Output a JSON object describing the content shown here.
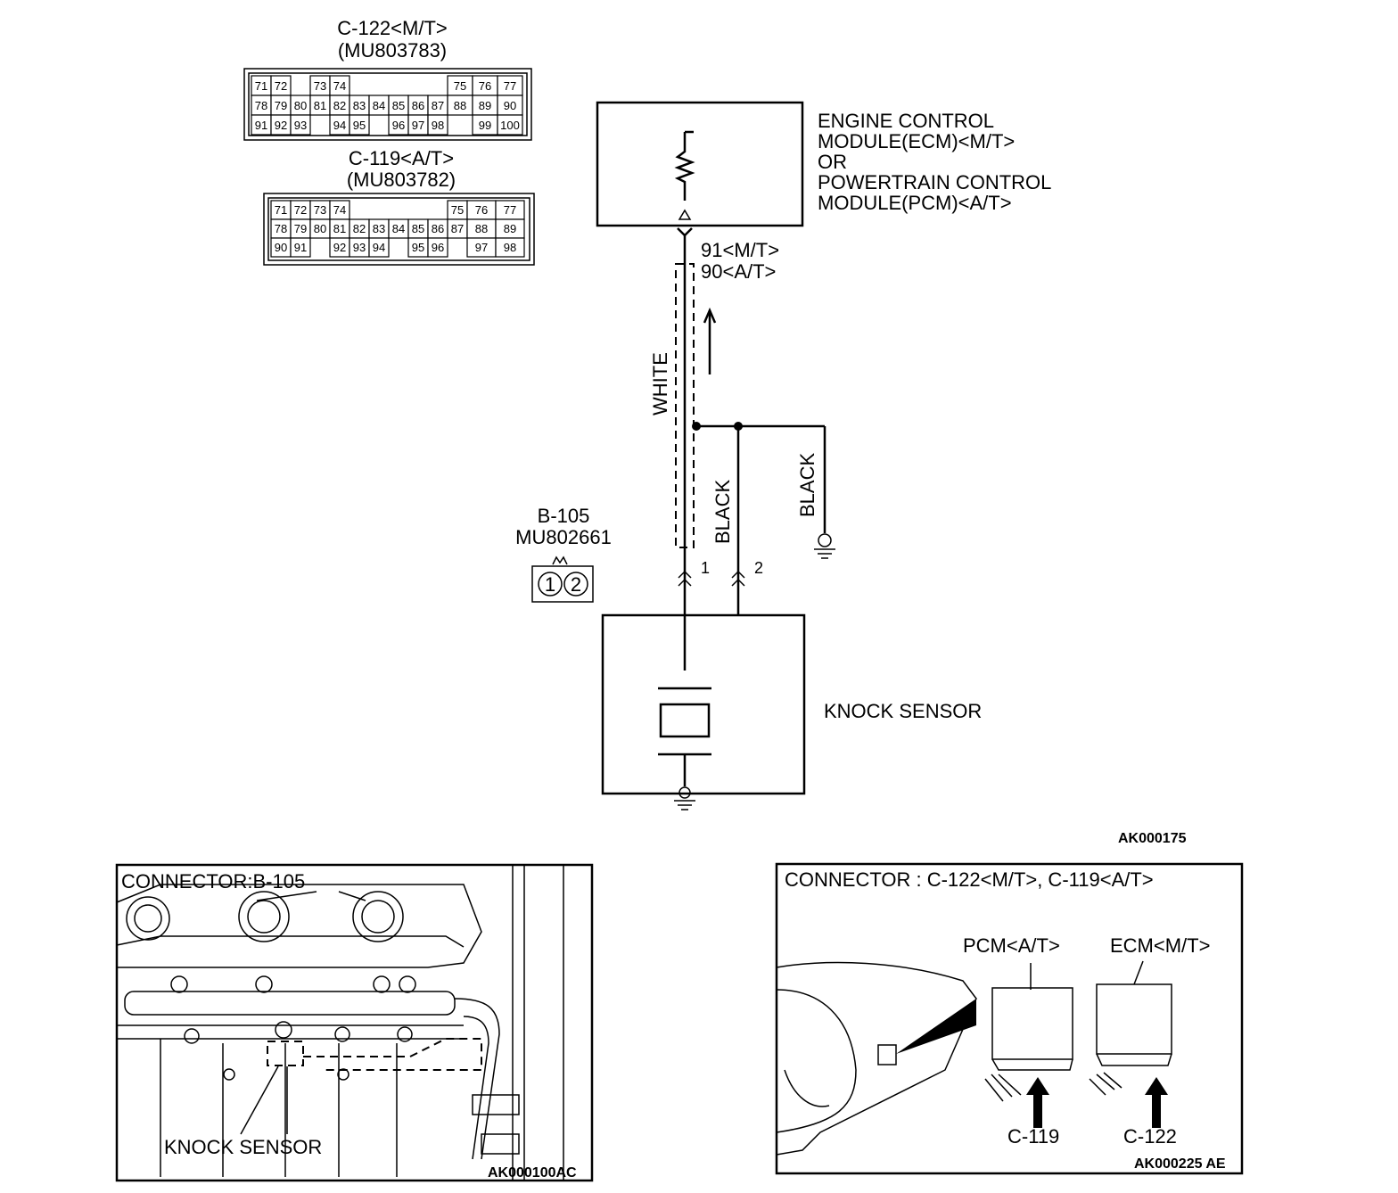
{
  "connectors": [
    {
      "id": "C-122<M/T>",
      "part": "(MU803783)",
      "rows": [
        [
          "71",
          "72",
          "",
          "73",
          "74",
          "",
          "",
          "",
          "",
          "",
          "75",
          "76",
          "77"
        ],
        [
          "78",
          "79",
          "80",
          "81",
          "82",
          "83",
          "84",
          "85",
          "86",
          "87",
          "88",
          "89",
          "90"
        ],
        [
          "91",
          "92",
          "93",
          "",
          "94",
          "95",
          "",
          "96",
          "97",
          "98",
          "",
          "99",
          "100"
        ]
      ]
    },
    {
      "id": "C-119<A/T>",
      "part": "(MU803782)",
      "rows": [
        [
          "71",
          "72",
          "73",
          "74",
          "",
          "",
          "",
          "",
          "",
          "75",
          "76",
          "77"
        ],
        [
          "78",
          "79",
          "80",
          "81",
          "82",
          "83",
          "84",
          "85",
          "86",
          "87",
          "88",
          "89"
        ],
        [
          "90",
          "91",
          "",
          "92",
          "93",
          "94",
          "",
          "95",
          "96",
          "",
          "97",
          "98"
        ]
      ]
    }
  ],
  "ecm": {
    "lines": [
      "ENGINE CONTROL",
      "MODULE(ECM)<M/T>",
      "OR",
      "POWERTRAIN CONTROL",
      "MODULE(PCM)<A/T>"
    ],
    "terminal_mt": "91<M/T>",
    "terminal_at": "90<A/T>"
  },
  "wires": {
    "white": "WHITE",
    "black1": "BLACK",
    "black2": "BLACK",
    "pin1": "1",
    "pin2": "2"
  },
  "b105": {
    "id": "B-105",
    "part": "MU802661",
    "pin1": "1",
    "pin2": "2"
  },
  "knock_sensor": {
    "label": "KNOCK SENSOR"
  },
  "codes": {
    "main": "AK000175",
    "left_photo": "AK000100AC",
    "right_photo": "AK000225 AE"
  },
  "left_panel": {
    "title": "CONNECTOR:B-105",
    "sensor_label": "KNOCK SENSOR"
  },
  "right_panel": {
    "title": "CONNECTOR : C-122<M/T>, C-119<A/T>",
    "pcm": "PCM<A/T>",
    "ecm": "ECM<M/T>",
    "c119": "C-119",
    "c122": "C-122"
  }
}
